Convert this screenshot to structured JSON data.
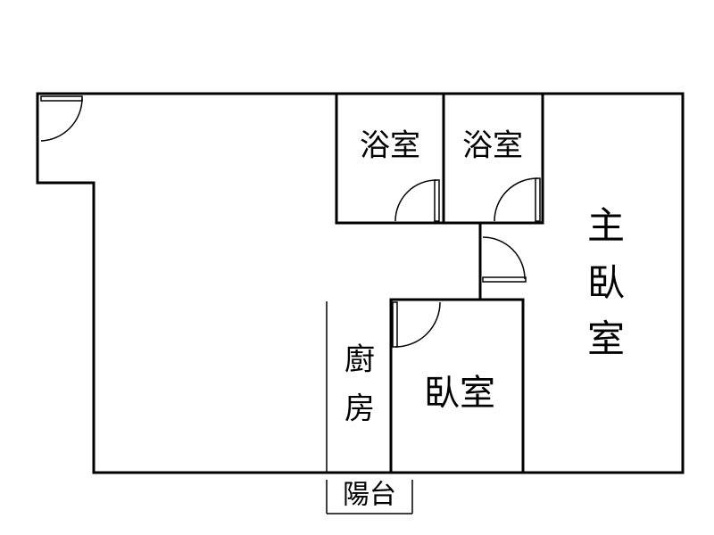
{
  "plan": {
    "rooms": {
      "bath_left": "浴室",
      "bath_right": "浴室",
      "master_line1": "主",
      "master_line2": "臥",
      "master_line3": "室",
      "bedroom": "臥室",
      "kitchen_line1": "廚",
      "kitchen_line2": "房",
      "balcony": "陽台"
    },
    "colors": {
      "wall": "#000000",
      "background": "#ffffff"
    }
  }
}
